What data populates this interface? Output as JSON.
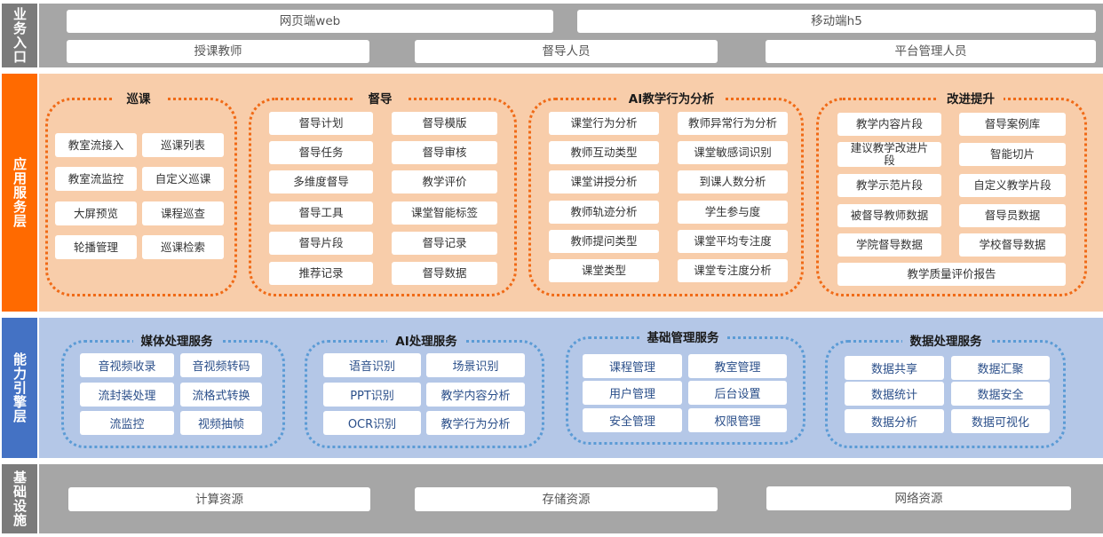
{
  "layers": {
    "entry": {
      "label": "业务入口",
      "row1": [
        "网页端web",
        "移动端h5"
      ],
      "row2": [
        "授课教师",
        "督导人员",
        "平台管理人员"
      ]
    },
    "app": {
      "label": "应用服务层",
      "groups": [
        {
          "title": "巡课",
          "items": [
            "教室流接入",
            "巡课列表",
            "教室流监控",
            "自定义巡课",
            "大屏预览",
            "课程巡查",
            "轮播管理",
            "巡课检索"
          ]
        },
        {
          "title": "督导",
          "items": [
            "督导计划",
            "督导模版",
            "督导任务",
            "督导审核",
            "多维度督导",
            "教学评价",
            "督导工具",
            "课堂智能标签",
            "督导片段",
            "督导记录",
            "推荐记录",
            "督导数据"
          ]
        },
        {
          "title": "AI教学行为分析",
          "items": [
            "课堂行为分析",
            "教师异常行为分析",
            "教师互动类型",
            "课堂敏感词识别",
            "课堂讲授分析",
            "到课人数分析",
            "教师轨迹分析",
            "学生参与度",
            "教师提问类型",
            "课堂平均专注度",
            "课堂类型",
            "课堂专注度分析"
          ]
        },
        {
          "title": "改进提升",
          "items": [
            "教学内容片段",
            "督导案例库",
            "建议教学改进片段",
            "智能切片",
            "教学示范片段",
            "自定义教学片段",
            "被督导教师数据",
            "督导员数据",
            "学院督导数据",
            "学校督导数据"
          ],
          "footer": "教学质量评价报告"
        }
      ]
    },
    "capability": {
      "label": "能力引擎层",
      "groups": [
        {
          "title": "媒体处理服务",
          "items": [
            "音视频收录",
            "音视频转码",
            "流封装处理",
            "流格式转换",
            "流监控",
            "视频抽帧"
          ]
        },
        {
          "title": "AI处理服务",
          "items": [
            "语音识别",
            "场景识别",
            "PPT识别",
            "教学内容分析",
            "OCR识别",
            "教学行为分析"
          ]
        },
        {
          "title": "基础管理服务",
          "items": [
            "课程管理",
            "教室管理",
            "用户管理",
            "后台设置",
            "安全管理",
            "权限管理"
          ]
        },
        {
          "title": "数据处理服务",
          "items": [
            "数据共享",
            "数据汇聚",
            "数据统计",
            "数据安全",
            "数据分析",
            "数据可视化"
          ]
        }
      ]
    },
    "infra": {
      "label": "基础设施",
      "items": [
        "计算资源",
        "存储资源",
        "网络资源"
      ]
    }
  }
}
